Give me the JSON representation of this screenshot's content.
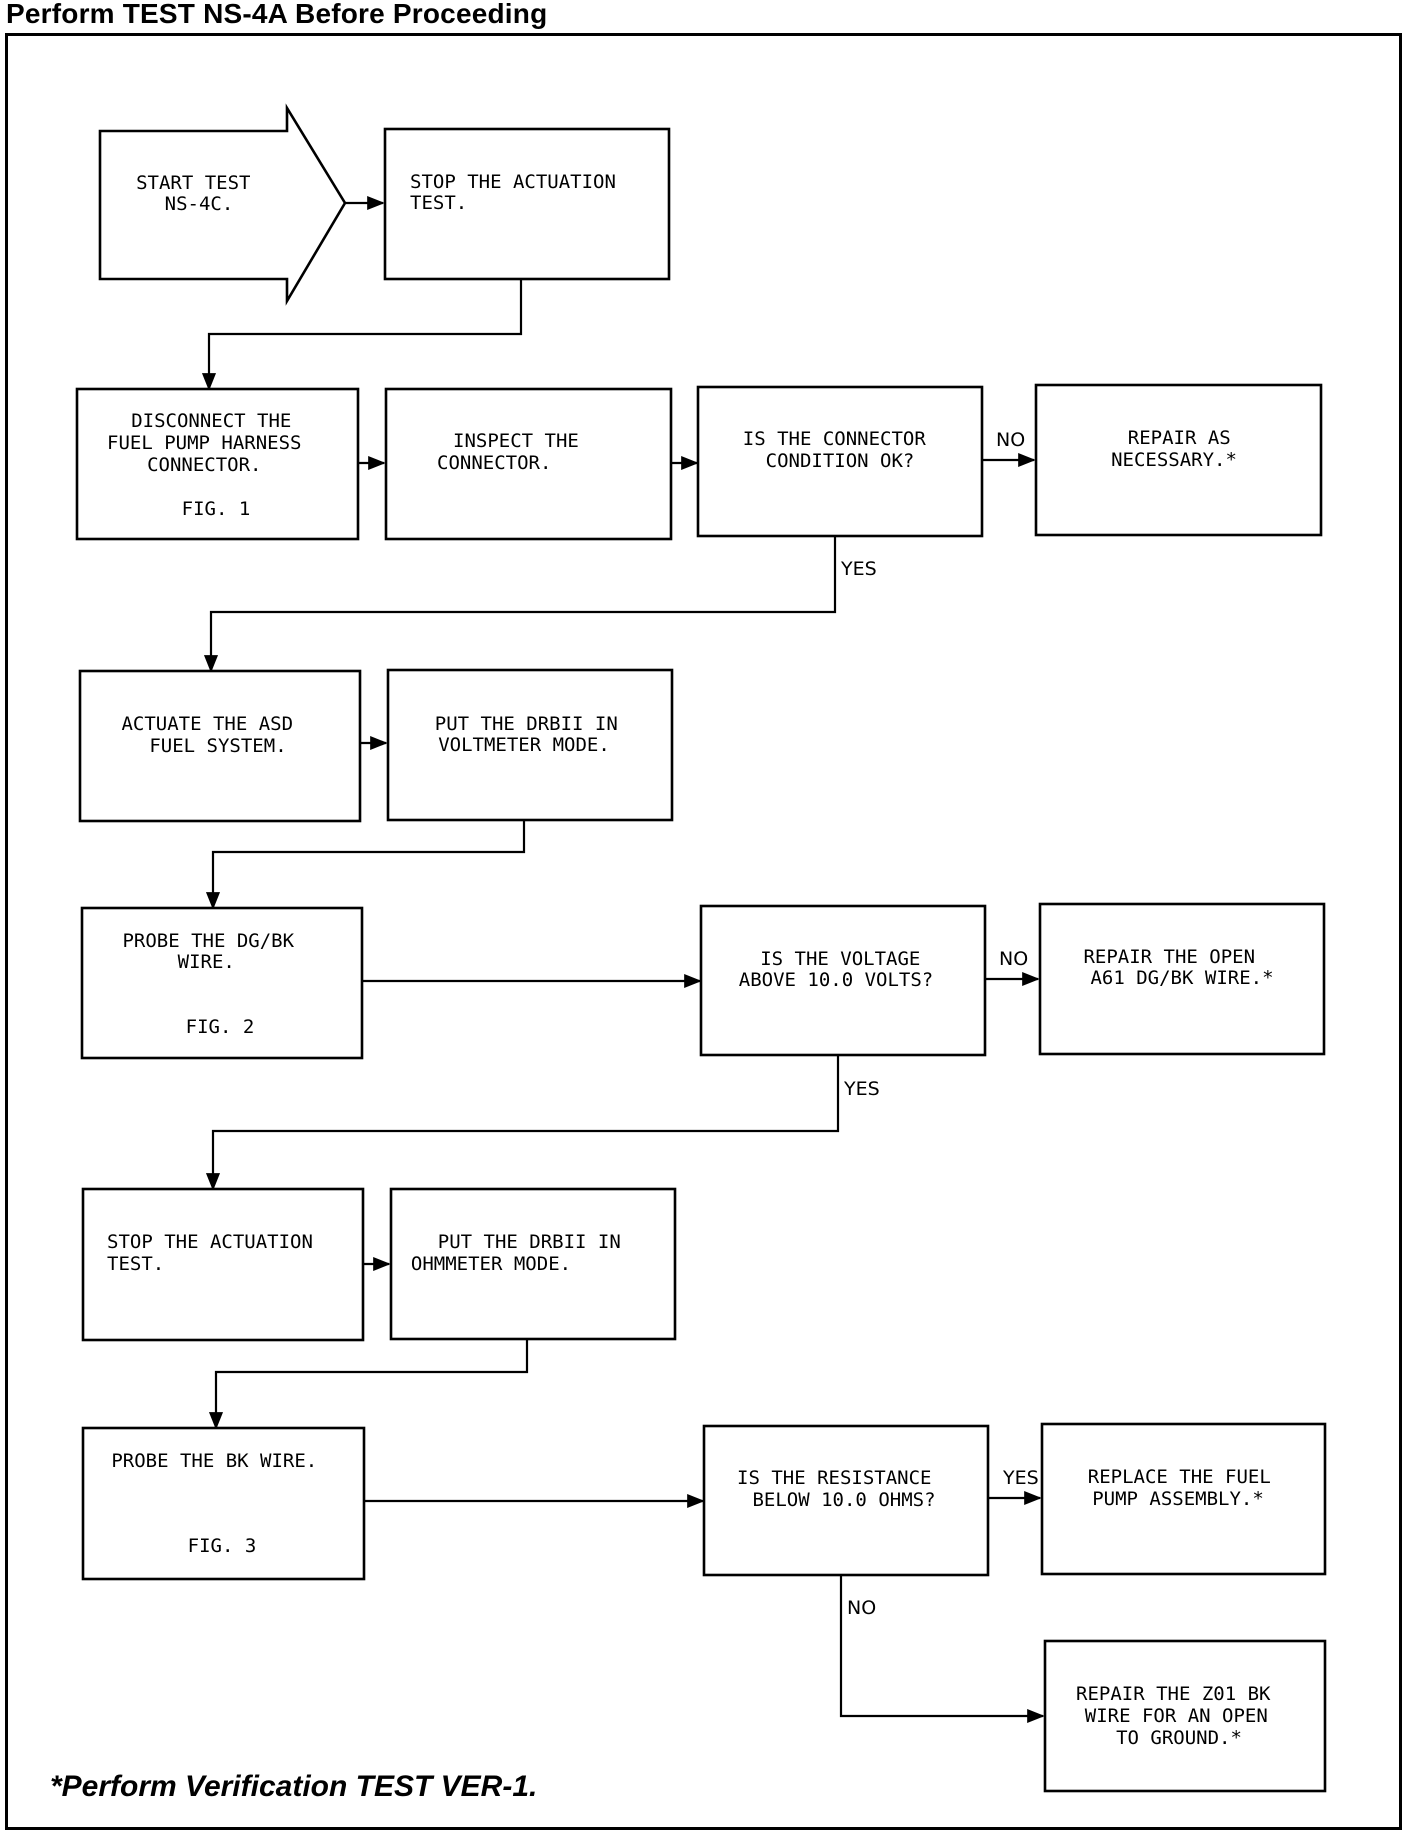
{
  "header": {
    "title": "Perform TEST NS-4A Before Proceeding"
  },
  "footer": {
    "note": "*Perform Verification TEST VER-1."
  },
  "flowchart": {
    "nodes": {
      "start": [
        "START TEST",
        "NS-4C."
      ],
      "stop_actuation_1": [
        "STOP THE ACTUATION",
        "TEST."
      ],
      "disconnect": [
        "DISCONNECT THE",
        "FUEL PUMP HARNESS",
        "CONNECTOR.",
        "FIG. 1"
      ],
      "inspect": [
        "INSPECT THE",
        "CONNECTOR."
      ],
      "connector_ok": [
        "IS THE CONNECTOR",
        "CONDITION OK?"
      ],
      "repair_1": [
        "REPAIR AS",
        "NECESSARY.*"
      ],
      "actuate_asd": [
        "ACTUATE THE ASD",
        "FUEL SYSTEM."
      ],
      "voltmeter_mode": [
        "PUT THE DRBII IN",
        "VOLTMETER MODE."
      ],
      "probe_dgbk": [
        "PROBE THE DG/BK",
        "WIRE.",
        "FIG. 2"
      ],
      "voltage_check": [
        "IS THE VOLTAGE",
        "ABOVE 10.0 VOLTS?"
      ],
      "repair_open": [
        "REPAIR THE OPEN",
        "A61 DG/BK WIRE.*"
      ],
      "stop_actuation_2": [
        "STOP THE ACTUATION",
        "TEST."
      ],
      "ohmmeter_mode": [
        "PUT THE DRBII IN",
        "OHMMETER MODE."
      ],
      "probe_bk": [
        "PROBE THE BK WIRE.",
        "FIG. 3"
      ],
      "resistance_check": [
        "IS THE RESISTANCE",
        "BELOW 10.0 OHMS?"
      ],
      "replace_pump": [
        "REPLACE THE FUEL",
        "PUMP ASSEMBLY.*"
      ],
      "repair_z01": [
        "REPAIR THE Z01 BK",
        "WIRE FOR AN OPEN",
        "TO GROUND.*"
      ]
    },
    "edge_labels": {
      "no_1": "NO",
      "yes_1": "YES",
      "no_2": "NO",
      "yes_2": "YES",
      "yes_3": "YES",
      "no_3": "NO"
    }
  }
}
